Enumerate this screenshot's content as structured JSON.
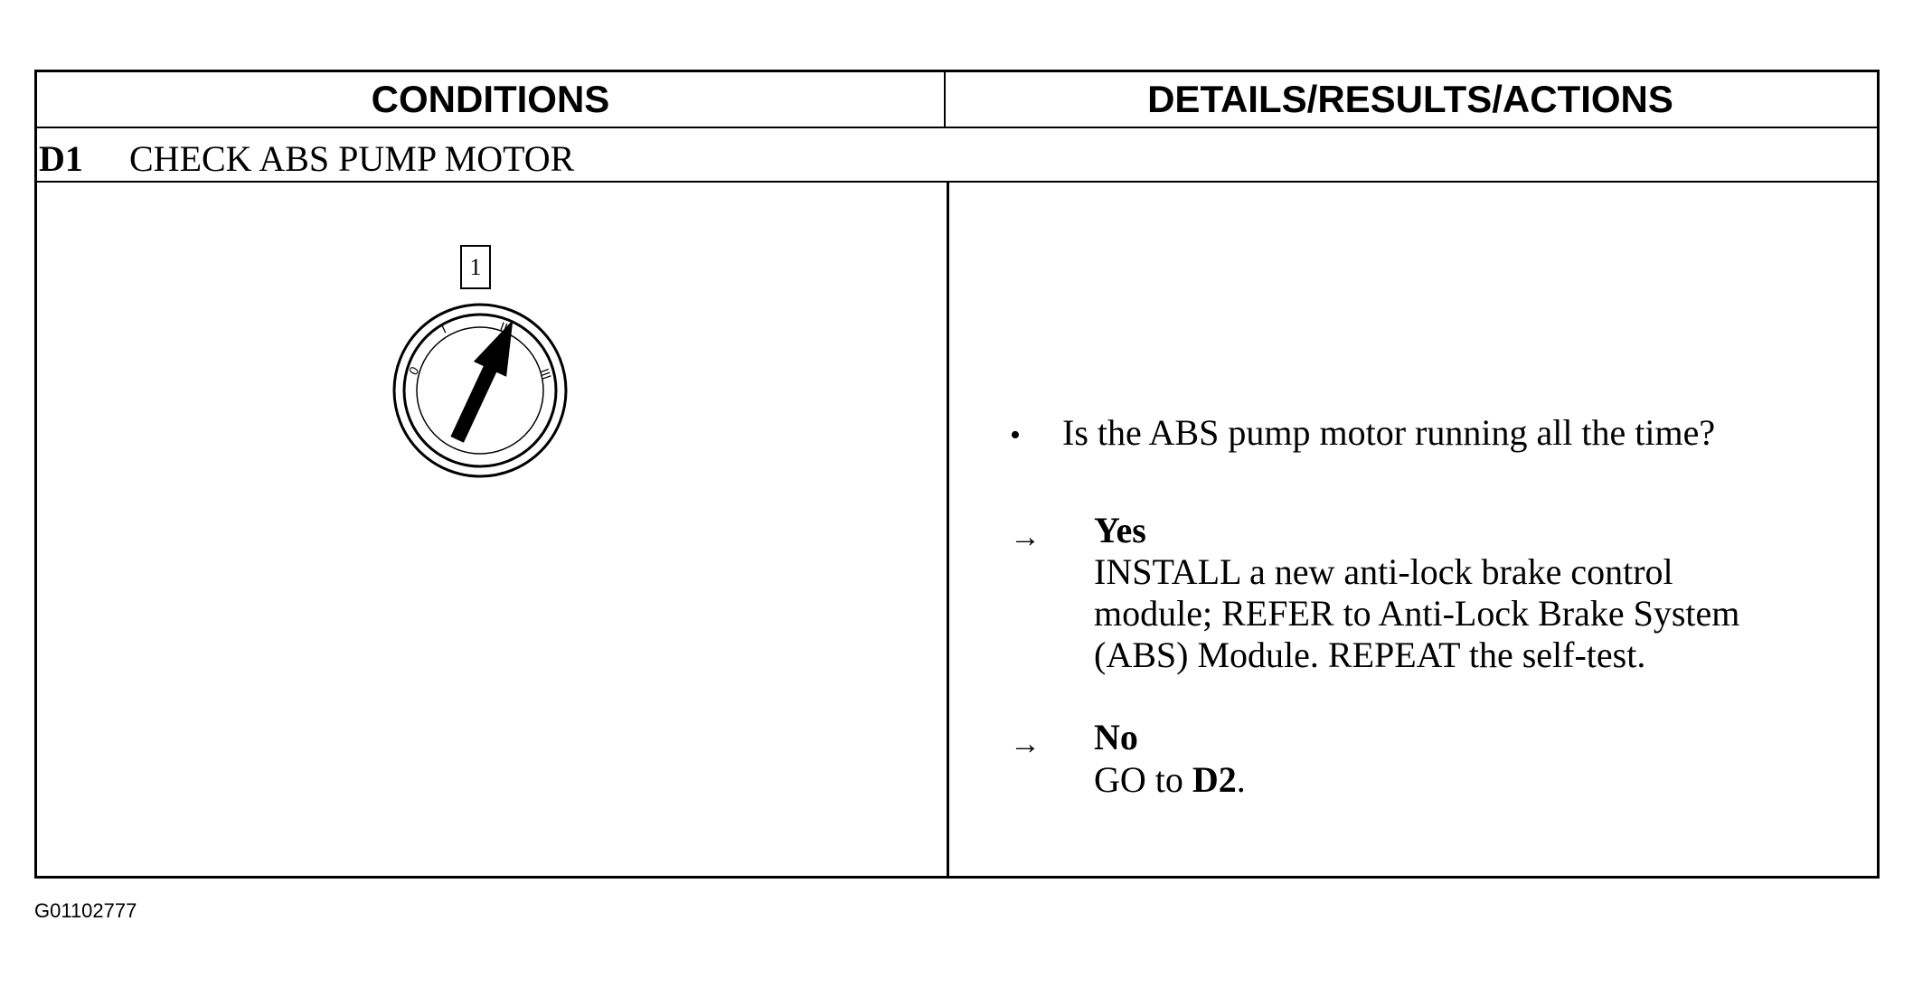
{
  "table": {
    "header_left": "CONDITIONS",
    "header_right": "DETAILS/RESULTS/ACTIONS"
  },
  "step": {
    "id": "D1",
    "title": "CHECK ABS PUMP MOTOR"
  },
  "condition": {
    "key_position_box": "1",
    "ignition_marks": [
      "0",
      "I",
      "II",
      "III"
    ],
    "ignition_icon": "ignition-switch-icon"
  },
  "details": {
    "bullet": "•",
    "question": "Is the ABS pump motor running all the time?",
    "arrow": "→",
    "yes": {
      "label": "Yes",
      "lines": [
        "INSTALL a new anti-lock brake control",
        "module; REFER to Anti-Lock Brake System",
        "(ABS) Module. REPEAT the self-test."
      ]
    },
    "no": {
      "label": "No",
      "prefix": "GO to ",
      "target": "D2",
      "suffix": "."
    }
  },
  "figure_id": "G01102777"
}
